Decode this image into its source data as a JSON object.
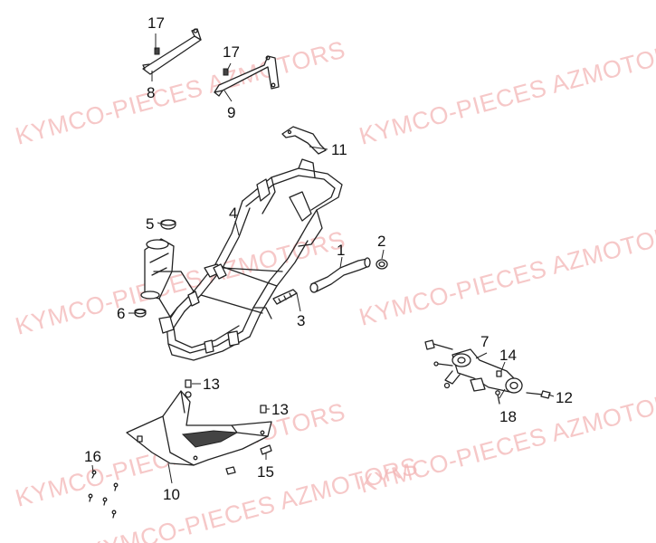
{
  "watermarks": [
    "KYMCO-PIECES AZMOTORS",
    "KYMCO-PIECES AZMOTORS",
    "KYMCO-PIECES AZMOTORS",
    "KYMCO-PIECES AZMOTORS",
    "KYMCO-PIECES AZMOTORS",
    "KYMCO-PIECES AZMOTORS",
    "KYMCO-PIECES AZMOTORS"
  ],
  "callouts": {
    "p1": "1",
    "p2": "2",
    "p3": "3",
    "p4": "4",
    "p5": "5",
    "p6": "6",
    "p7": "7",
    "p8": "8",
    "p9": "9",
    "p10": "10",
    "p11": "11",
    "p12": "12",
    "p13a": "13",
    "p13b": "13",
    "p14": "14",
    "p15": "15",
    "p16": "16",
    "p17a": "17",
    "p17b": "17",
    "p18": "18"
  }
}
